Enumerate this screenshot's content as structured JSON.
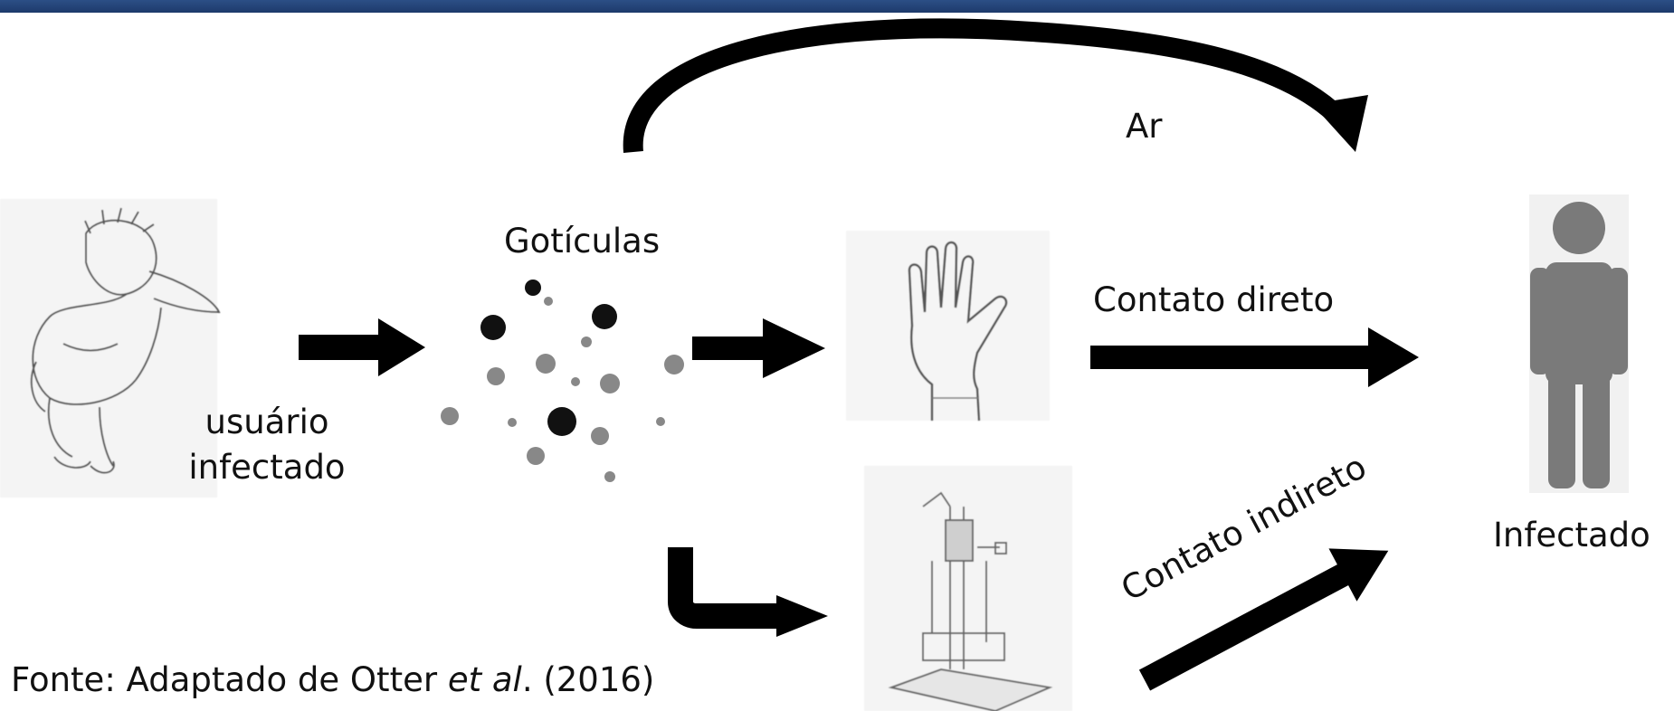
{
  "labels": {
    "air": "Ar",
    "droplets": "Gotículas",
    "infected_user_line1": "usuário",
    "infected_user_line2": "infectado",
    "direct_contact": "Contato direto",
    "indirect_contact": "Contato indireto",
    "infected": "Infectado"
  },
  "source": {
    "prefix": "Fonte: Adaptado de Otter ",
    "italic": "et al",
    "suffix": ". (2016)"
  },
  "colors": {
    "header_bar": "#24467b",
    "arrow": "#000000",
    "droplet_dark": "#111111",
    "droplet_gray": "#808080",
    "person_silhouette": "#7a7a7a"
  },
  "icons": {
    "sneezing_person": "sneezing-person-icon",
    "droplets": "droplets-icon",
    "hand": "hand-icon",
    "equipment": "slit-lamp-equipment-icon",
    "infected_person": "person-silhouette-icon"
  }
}
